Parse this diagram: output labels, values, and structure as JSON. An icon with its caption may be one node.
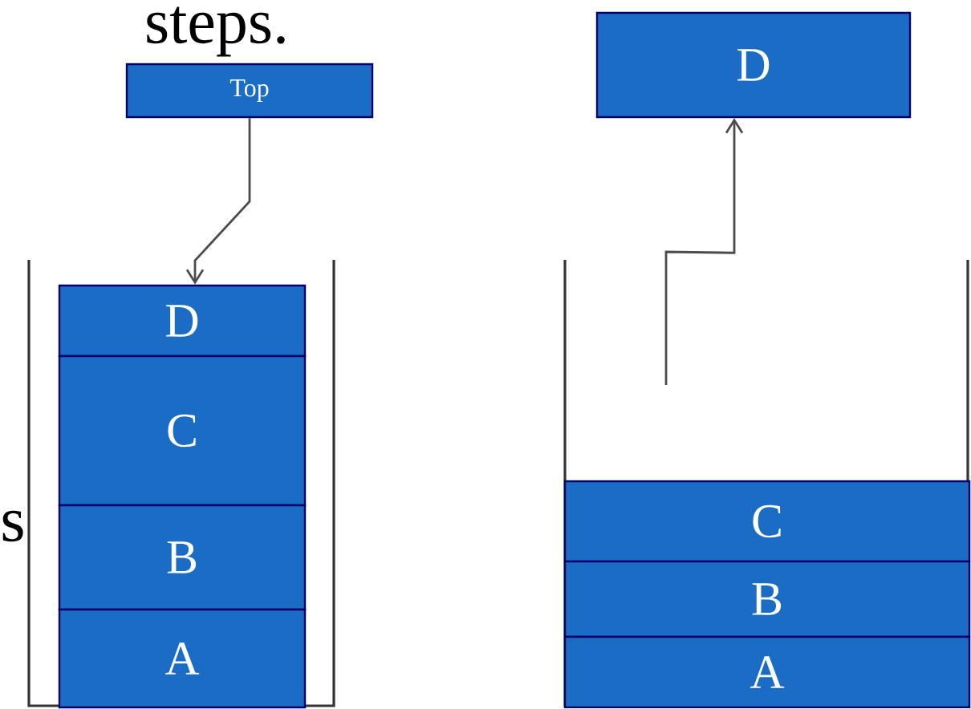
{
  "diagram": {
    "nodes": [
      {
        "text": [
          "Top"
        ]
      },
      {
        "text": [
          "D"
        ]
      },
      {
        "text": [
          "C"
        ]
      },
      {
        "text": [
          "B"
        ]
      },
      {
        "text": [
          "A"
        ]
      },
      {
        "text": [
          "D"
        ]
      },
      {
        "text": [
          "C"
        ]
      },
      {
        "text": [
          "B"
        ]
      },
      {
        "text": [
          "A"
        ]
      }
    ],
    "edges": [
      {
        "from": 0,
        "to": 1,
        "arrow": "to"
      },
      {
        "from": null,
        "to": 5,
        "arrow": "to"
      }
    ],
    "labels": [
      "steps.",
      "s"
    ]
  }
}
